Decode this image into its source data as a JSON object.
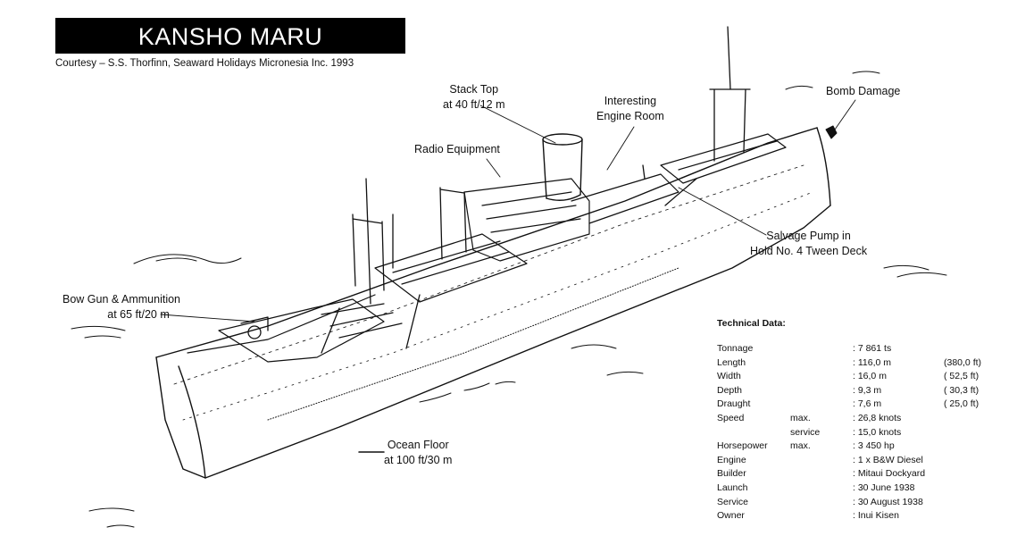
{
  "title": "KANSHO MARU",
  "credit": "Courtesy – S.S. Thorfinn, Seaward Holidays Micronesia Inc. 1993",
  "labels": {
    "stack_top": [
      "Stack Top",
      "at 40 ft/12 m"
    ],
    "engine_room": [
      "Interesting",
      "Engine Room"
    ],
    "bomb_damage": [
      "Bomb Damage"
    ],
    "radio": [
      "Radio Equipment"
    ],
    "salvage_pump": [
      "Salvage Pump in",
      "Hold No. 4 Tween Deck"
    ],
    "bow_gun": [
      "Bow Gun & Ammunition",
      "at 65 ft/20 m"
    ],
    "ocean_floor": [
      "Ocean Floor",
      "at 100 ft/30 m"
    ]
  },
  "technical": {
    "heading": "Technical Data:",
    "rows": [
      {
        "name": "Tonnage",
        "qual": "",
        "value": ":  7 861 ts",
        "alt": ""
      },
      {
        "name": "Length",
        "qual": "",
        "value": ":  116,0 m",
        "alt": "(380,0 ft)"
      },
      {
        "name": "Width",
        "qual": "",
        "value": ":    16,0 m",
        "alt": "(  52,5 ft)"
      },
      {
        "name": "Depth",
        "qual": "",
        "value": ":      9,3 m",
        "alt": "(  30,3 ft)"
      },
      {
        "name": "Draught",
        "qual": "",
        "value": ":      7,6 m",
        "alt": "(  25,0 ft)"
      },
      {
        "name": "Speed",
        "qual": "max.",
        "value": ":   26,8 knots",
        "alt": ""
      },
      {
        "name": "",
        "qual": "service",
        "value": ":   15,0 knots",
        "alt": ""
      },
      {
        "name": "Horsepower",
        "qual": "max.",
        "value": ": 3 450 hp",
        "alt": ""
      },
      {
        "name": "Engine",
        "qual": "",
        "value": ": 1 x B&W Diesel",
        "alt": ""
      },
      {
        "name": "Builder",
        "qual": "",
        "value": ": Mitaui Dockyard",
        "alt": ""
      },
      {
        "name": "Launch",
        "qual": "",
        "value": ": 30 June 1938",
        "alt": ""
      },
      {
        "name": "Service",
        "qual": "",
        "value": ": 30 August 1938",
        "alt": ""
      },
      {
        "name": "Owner",
        "qual": "",
        "value": ": Inui Kisen",
        "alt": ""
      }
    ]
  }
}
